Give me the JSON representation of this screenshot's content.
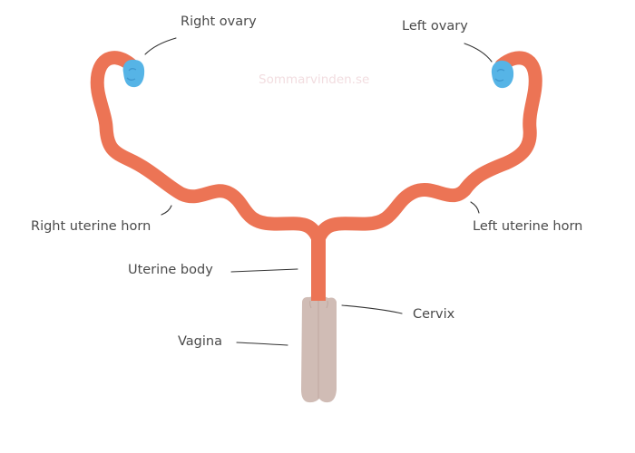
{
  "labels": {
    "right_ovary": "Right ovary",
    "left_ovary": "Left ovary",
    "right_uterine_horn": "Right uterine horn",
    "left_uterine_horn": "Left uterine horn",
    "uterine_body": "Uterine body",
    "cervix": "Cervix",
    "vagina": "Vagina"
  },
  "watermark": "Sommarvinden.se",
  "colors": {
    "uterus": "#ec7455",
    "ovary": "#56b4e6",
    "vagina": "#d0bcb5",
    "leader_line": "#333333",
    "label_text": "#4a4a4a",
    "watermark": "#f2dde0"
  }
}
